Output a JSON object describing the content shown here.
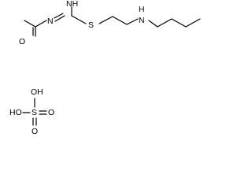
{
  "molecules": [
    {
      "atoms": {
        "acetyl_oxygen": "O",
        "amide_nitrogen": "N",
        "imine_group": "NH",
        "thioether_sulfur": "S",
        "amine_group": "H"
      },
      "amine_group_parts": [
        "H",
        "N"
      ]
    },
    {
      "atoms": {
        "hydroxyl_top": "OH",
        "hydroxyl_left": "HO",
        "sulfur": "S",
        "oxo_right": "O",
        "oxo_bottom": "O"
      }
    }
  ],
  "colors": {
    "bond": "#000000",
    "label": "#000000",
    "background": "#ffffff"
  }
}
